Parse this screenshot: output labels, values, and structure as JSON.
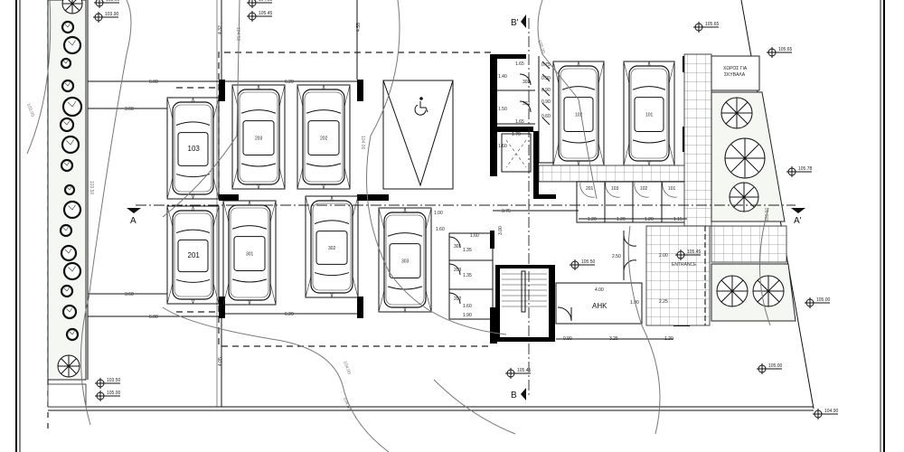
{
  "drawing": {
    "type": "parking floor plan",
    "sections": {
      "a_left": "A",
      "a_right": "A'",
      "b_top": "B'",
      "b_bottom": "B"
    },
    "parking_spaces": [
      "103",
      "203",
      "202",
      "201",
      "301",
      "302",
      "303",
      "102",
      "101"
    ],
    "storage_units": [
      "201",
      "103",
      "102",
      "101"
    ],
    "small_rooms": [
      "301",
      "203",
      "202"
    ],
    "top_rooms": [
      "303",
      "302"
    ],
    "rooms": {
      "waste_area_line1": "ΧΩΡΟΣ ΓΙΑ",
      "waste_area_line2": "ΣΚΥΒΑΛΑ",
      "entrance": "ENTRANCE",
      "electric_room": "ΑΗΚ"
    },
    "dimensions": [
      "6.00",
      "3.60",
      "6.20",
      "4.32",
      "4.55",
      "3.60",
      "6.00",
      "6.20",
      "4.05",
      "1.65",
      "1.40",
      "1.50",
      "1.65",
      "1.70",
      "1.60",
      "0.75",
      "0.90",
      "0.90",
      "0.90",
      "0.60",
      "3.75",
      "1.20",
      "1.20",
      "1.20",
      "1.15",
      "1.00",
      "1.60",
      "1.35",
      "1.35",
      "1.60",
      "1.60",
      "1.90",
      "3.00",
      "2.50",
      "2.00",
      "2.25",
      "4.00",
      "1.90",
      "0.90",
      "3.25",
      "1.20"
    ],
    "elevations": [
      "103.60",
      "103.90",
      "104.92",
      "105.45",
      "105.65",
      "105.65",
      "105.78",
      "105.50",
      "105.45",
      "105.00",
      "105.45",
      "105.00",
      "104.90",
      "103.50",
      "105.00"
    ],
    "contours": [
      "103.00",
      "103.50",
      "104.00",
      "104.50",
      "104.00",
      "105.00",
      "104.00",
      "103.50"
    ]
  },
  "colors": {
    "line": "#111111",
    "contour": "#777777",
    "garden": "#f4f7f2"
  }
}
